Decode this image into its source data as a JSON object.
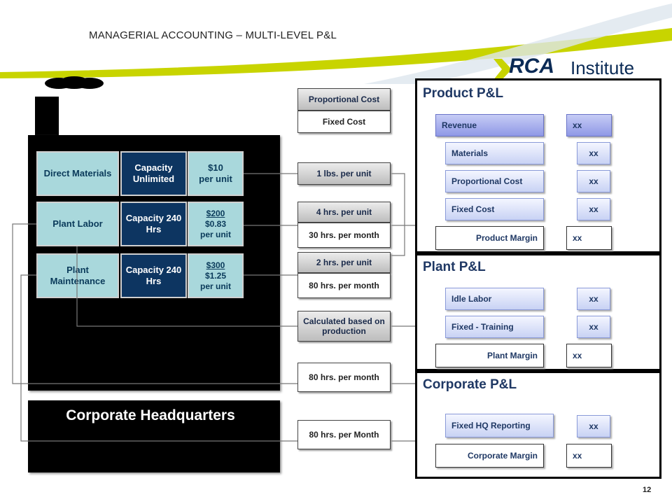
{
  "header": {
    "title": "MANAGERIAL ACCOUNTING – MULTI-LEVEL P&L",
    "logo_rca": "RCA",
    "logo_institute": "Institute"
  },
  "factory": {
    "rows": [
      {
        "resource": "Direct Materials",
        "capacity": "Capacity Unlimited",
        "rate_main": "$10",
        "rate_sub": "per unit",
        "rate_extra": ""
      },
      {
        "resource": "Plant Labor",
        "capacity": "Capacity 240 Hrs",
        "rate_main": "$200",
        "rate_sub": "$0.83",
        "rate_extra": "per unit"
      },
      {
        "resource": "Plant Maintenance",
        "capacity": "Capacity 240 Hrs",
        "rate_main": "$300",
        "rate_sub": "$1.25",
        "rate_extra": "per unit"
      }
    ],
    "hq_title": "Corporate Headquarters"
  },
  "middle": {
    "proportional_cost": "Proportional Cost",
    "fixed_cost": "Fixed Cost",
    "materials_usage": "1 lbs. per unit",
    "labor_usage": "4 hrs. per unit",
    "labor_month": "30 hrs. per month",
    "maint_usage": "2 hrs. per unit",
    "maint_month": "80 hrs. per month",
    "calculated": "Calculated based on production",
    "training": "80 hrs. per month",
    "hq_reporting": "80 hrs. per Month"
  },
  "product_pl": {
    "title": "Product P&L",
    "revenue": "Revenue",
    "revenue_val": "xx",
    "materials": "Materials",
    "materials_val": "xx",
    "proportional": "Proportional Cost",
    "proportional_val": "xx",
    "fixed": "Fixed Cost",
    "fixed_val": "xx",
    "margin": "Product Margin",
    "margin_val": "xx"
  },
  "plant_pl": {
    "title": "Plant P&L",
    "idle": "Idle Labor",
    "idle_val": "xx",
    "training": "Fixed - Training",
    "training_val": "xx",
    "margin": "Plant Margin",
    "margin_val": "xx"
  },
  "corporate_pl": {
    "title": "Corporate P&L",
    "reporting": "Fixed HQ Reporting",
    "reporting_val": "xx",
    "margin": "Corporate Margin",
    "margin_val": "xx"
  },
  "page_number": "12",
  "colors": {
    "dark_navy": "#0d3561",
    "light_teal": "#a9d8dc",
    "panel_title": "#1f3864",
    "accent_green": "#c8d400"
  }
}
